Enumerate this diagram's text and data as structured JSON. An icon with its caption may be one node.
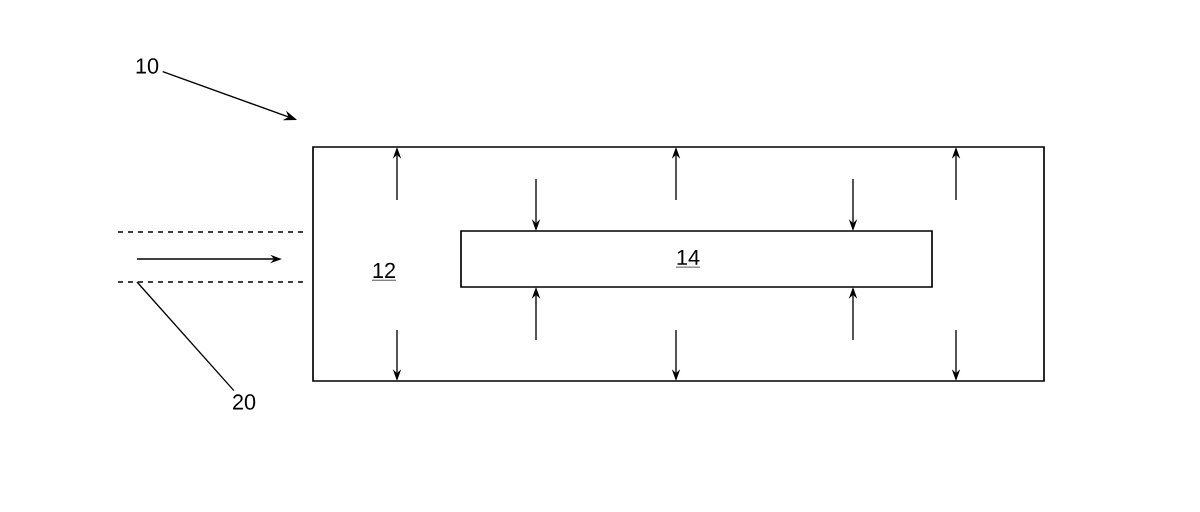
{
  "diagram": {
    "nodes": [
      {
        "text": [
          "12"
        ]
      },
      {
        "text": [
          "14"
        ],
        "in": 0
      },
      {
        "text": [
          "10"
        ]
      },
      {
        "text": [
          "20"
        ]
      }
    ],
    "edges": [
      {
        "from": 2,
        "to": null,
        "arrow": "to"
      },
      {
        "from": 3,
        "to": null,
        "arrow": "none"
      }
    ]
  }
}
